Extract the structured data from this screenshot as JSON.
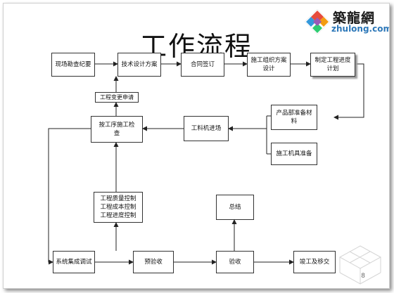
{
  "title": "工作流程",
  "logo": {
    "name": "築龍網",
    "domain": "zhulong.com"
  },
  "page_number": "8",
  "nodes": {
    "site_survey": "现场勘查纪要",
    "tech_design": "技术设计方案",
    "contract": "合同签订",
    "org_design": "施工组织方案\n设计",
    "schedule": "制定工程进度\n计划",
    "product_prep": "产品部准备材\n料",
    "tool_prep": "施工机具准备",
    "material_entry": "工料机进场",
    "process_check": "按工序施工检\n查",
    "change_request": "工程变更申请",
    "controls": "工程质量控制\n工程成本控制\n工程进度控制",
    "summary": "总结",
    "system_debug": "系统集成调试",
    "pre_accept": "预验收",
    "acceptance": "验收",
    "handover": "竣工及移交"
  },
  "colors": {
    "line": "#222222",
    "box_border": "#333333",
    "logo_blue": "#2c77b8"
  }
}
